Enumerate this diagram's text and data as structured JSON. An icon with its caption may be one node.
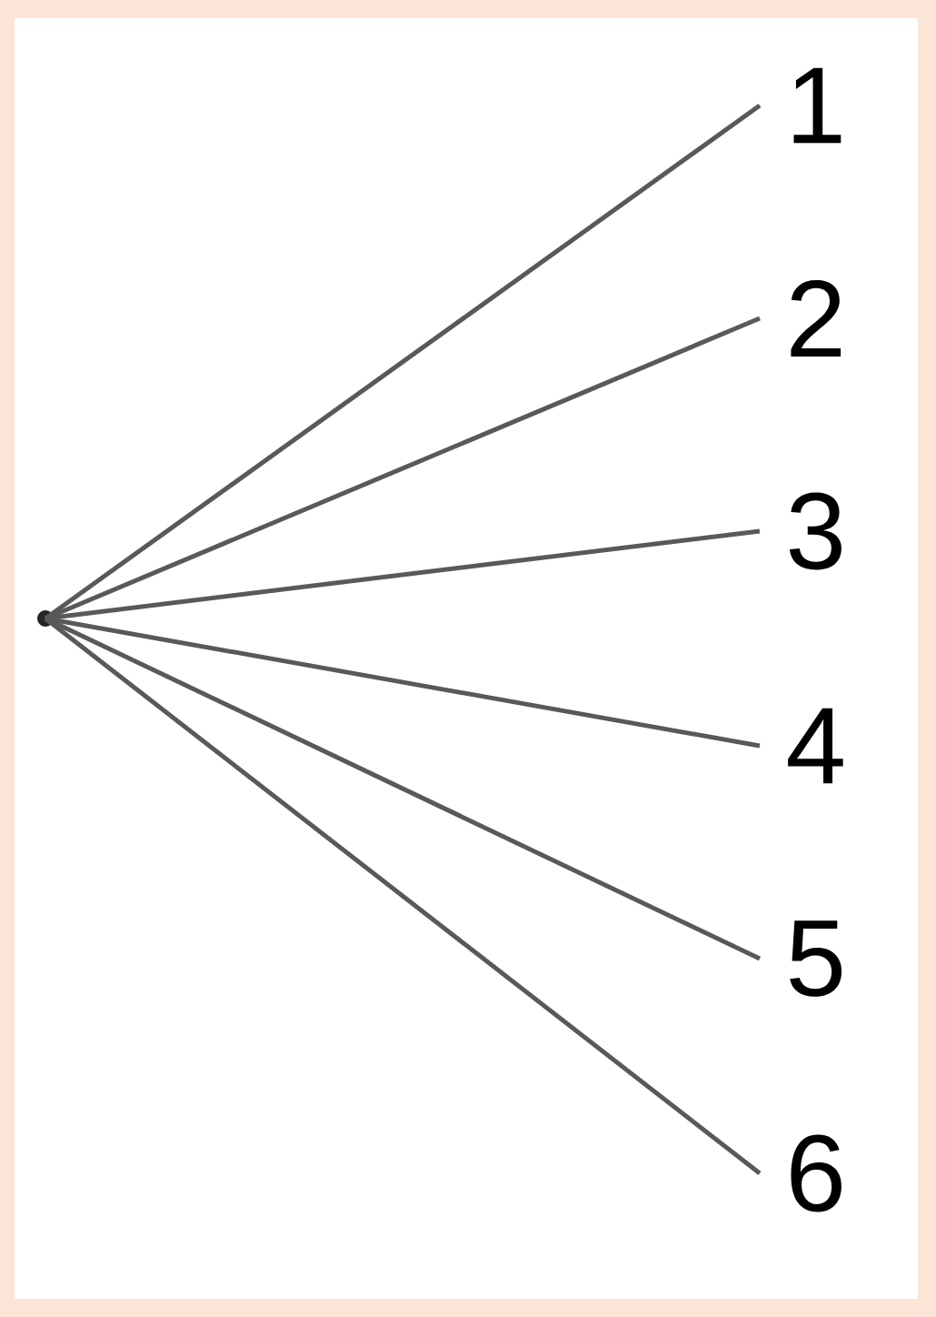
{
  "diagram": {
    "nodes": [
      {
        "text": [],
        "shape": "circle"
      },
      {
        "text": [
          "1"
        ]
      },
      {
        "text": [
          "2"
        ]
      },
      {
        "text": [
          "3"
        ]
      },
      {
        "text": [
          "4"
        ]
      },
      {
        "text": [
          "5"
        ]
      },
      {
        "text": [
          "6"
        ]
      }
    ],
    "edges": [
      {
        "from": 0,
        "to": 1,
        "arrow": "none"
      },
      {
        "from": 0,
        "to": 2,
        "arrow": "none"
      },
      {
        "from": 0,
        "to": 3,
        "arrow": "none"
      },
      {
        "from": 0,
        "to": 4,
        "arrow": "none"
      },
      {
        "from": 0,
        "to": 5,
        "arrow": "none"
      },
      {
        "from": 0,
        "to": 6,
        "arrow": "none"
      }
    ]
  }
}
